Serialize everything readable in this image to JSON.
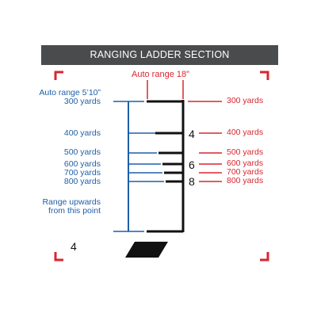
{
  "title": "RANGING LADDER SECTION",
  "colors": {
    "title_bg": "#4a4b4d",
    "blue": "#1f5fa8",
    "red": "#d9262e",
    "black": "#111111"
  },
  "top_label": "Auto range 18”",
  "left_labels": {
    "auto_range_line1": "Auto range 5’10”",
    "auto_range_line2": "300 yards",
    "y400": "400 yards",
    "y500": "500 yards",
    "y600": "600 yards",
    "y700": "700 yards",
    "y800": "800 yards",
    "range_up_line1": "Range upwards",
    "range_up_line2": "from this point"
  },
  "right_labels": {
    "y300": "300 yards",
    "y400": "400 yards",
    "y500": "500 yards",
    "y600": "600 yards",
    "y700": "700 yards",
    "y800": "800 yards"
  },
  "ladder_numbers": {
    "n4": "4",
    "n6": "6",
    "n8": "8"
  },
  "corner_number": "4"
}
